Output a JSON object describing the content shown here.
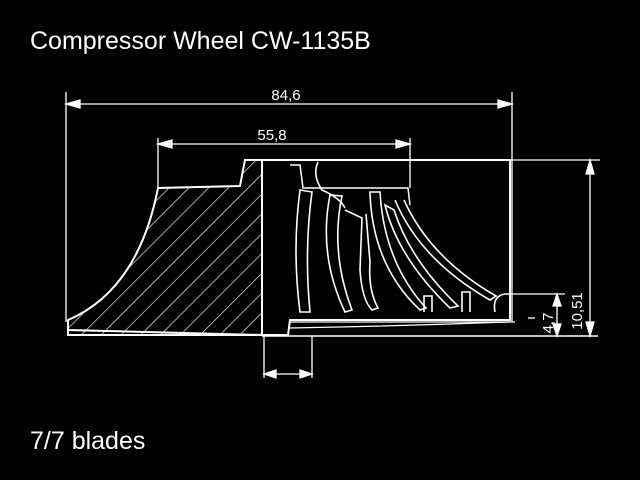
{
  "drawing": {
    "title": "Compressor Wheel CW-1135B",
    "footer": "7/7 blades",
    "line_color": "#ffffff",
    "background_color": "#000000"
  },
  "dimensions": {
    "overall_diameter": "84,6",
    "inducer_diameter": "55,8",
    "overall_height": "10,51",
    "hub_height": "4,7"
  }
}
